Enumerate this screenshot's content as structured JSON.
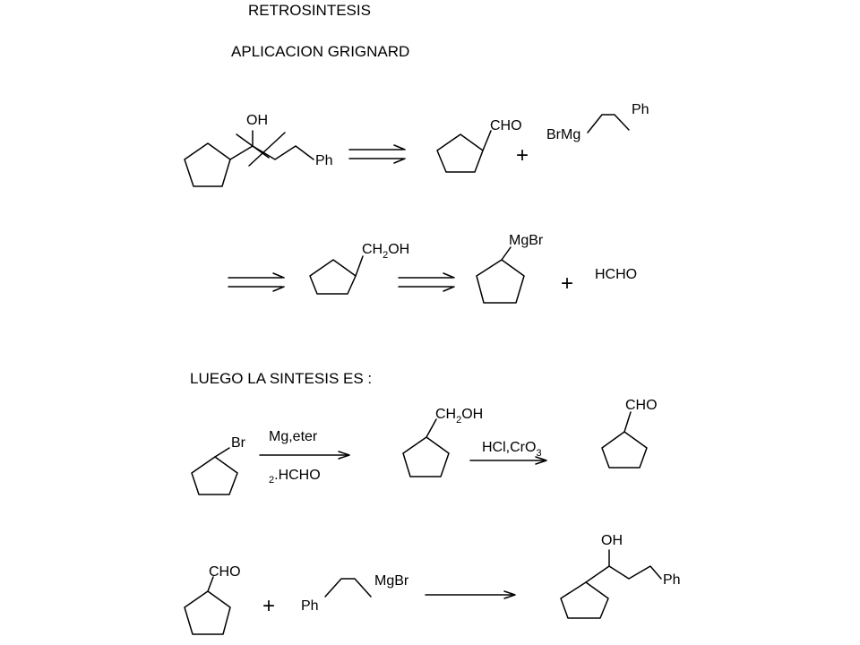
{
  "title": "RETROSINTESIS",
  "subtitle": "APLICACION GRIGNARD",
  "synthesis_heading": "LUEGO LA SINTESIS ES :",
  "retro_row1": {
    "target_oh": "OH",
    "target_ph": "Ph",
    "aldehyde": "CHO",
    "plus": "+",
    "grignard_br": "BrMg",
    "grignard_ph": "Ph"
  },
  "retro_row2": {
    "alcohol_ch": "CH",
    "alcohol_sub": "2",
    "alcohol_oh": "OH",
    "grignard": "MgBr",
    "plus": "+",
    "formaldehyde": "HCHO"
  },
  "synth_row1": {
    "bromide": "Br",
    "reagent_top": "Mg,eter",
    "reagent_bottom_num": "2",
    "reagent_bottom": ".HCHO",
    "alcohol_ch": "CH",
    "alcohol_sub": "2",
    "alcohol_oh": "OH",
    "oxidant": "HCl,CrO",
    "oxidant_sub": "3",
    "aldehyde": "CHO"
  },
  "synth_row2": {
    "aldehyde": "CHO",
    "plus": "+",
    "ph": "Ph",
    "mgbr": "MgBr",
    "product_oh": "OH",
    "product_ph": "Ph"
  }
}
